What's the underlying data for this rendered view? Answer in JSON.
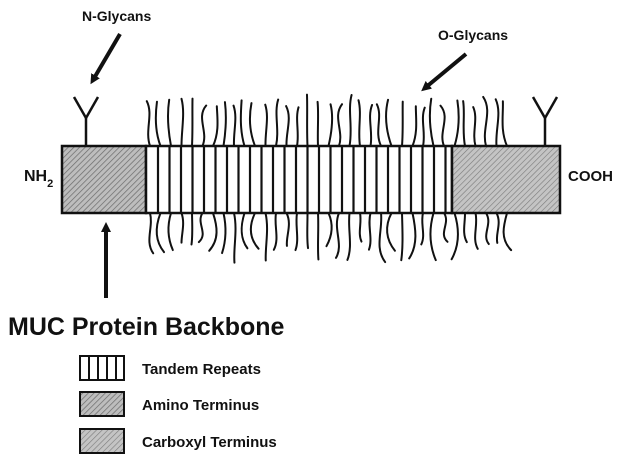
{
  "labels": {
    "n_glycans": "N-Glycans",
    "o_glycans": "O-Glycans",
    "nh2_main": "NH",
    "nh2_sub": "2",
    "cooh": "COOH",
    "backbone_title": "MUC Protein Backbone"
  },
  "legend": [
    {
      "pattern": "tandem-repeats",
      "label": "Tandem Repeats"
    },
    {
      "pattern": "amino-terminus",
      "label": "Amino Terminus"
    },
    {
      "pattern": "carboxyl-terminus",
      "label": "Carboxyl Terminus"
    }
  ],
  "colors": {
    "ink": "#111111",
    "hatch_fill": "#b8b8b8",
    "background": "#ffffff"
  }
}
